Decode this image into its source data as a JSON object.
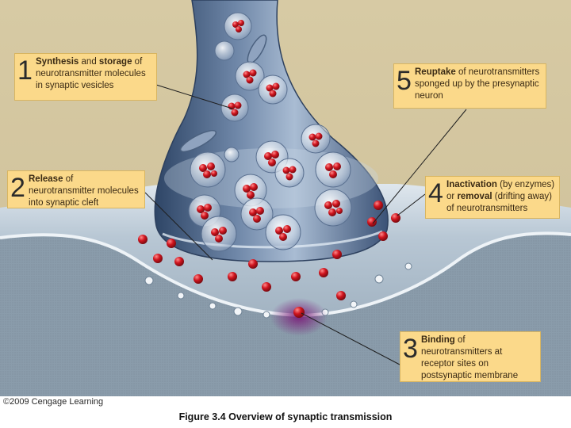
{
  "steps": [
    {
      "num": "1",
      "title": "Synthesis",
      "connector": "and",
      "title2": "storage",
      "rest": "of neurotransmitter molecules in synaptic vesicles"
    },
    {
      "num": "2",
      "title": "Release",
      "rest": "of neurotransmitter molecules into synaptic cleft"
    },
    {
      "num": "3",
      "title": "Binding",
      "rest": "of neurotransmitters at receptor sites on postsynaptic membrane"
    },
    {
      "num": "4",
      "title": "Inactivation",
      "mid1": "(by enzymes) or",
      "title2": "removal",
      "rest": "(drifting away) of neurotransmitters"
    },
    {
      "num": "5",
      "title": "Reuptake",
      "rest": "of neurotransmitters sponged up by the presynaptic neuron"
    }
  ],
  "credit": "©2009 Cengage Learning",
  "caption": "Figure 3.4  Overview of synaptic transmission",
  "colors": {
    "background": "#d2c49e",
    "terminal": "#5d7597",
    "neurotransmitter": "#c8141e",
    "box": "#fbd98a",
    "postsynaptic": "#8296a6"
  }
}
